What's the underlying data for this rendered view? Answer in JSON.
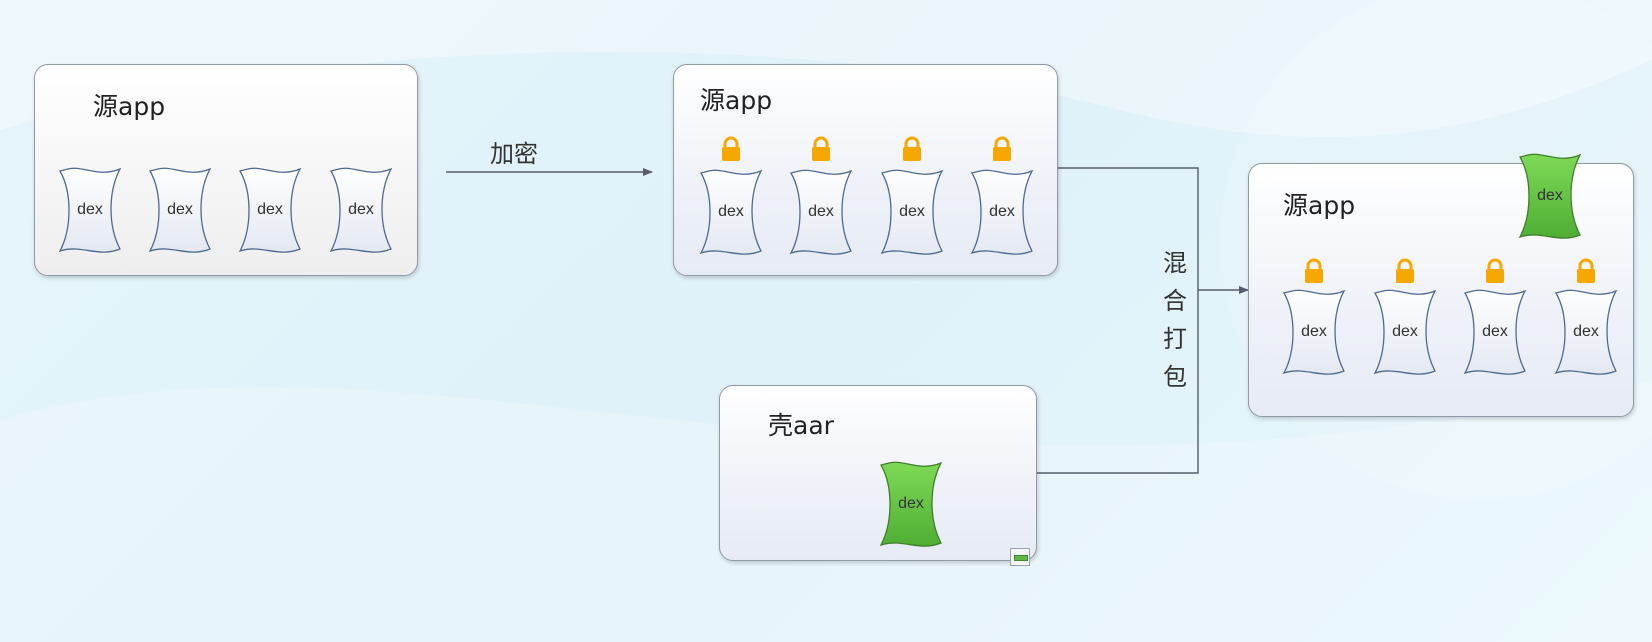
{
  "diagram": {
    "source_app": {
      "title": "源app",
      "dex_label": "dex",
      "dex_count": 4
    },
    "encrypt_step": {
      "label": "加密"
    },
    "encrypted_app": {
      "title": "源app",
      "dex_label": "dex",
      "dex_count": 4,
      "locked": true
    },
    "shell_aar": {
      "title": "壳aar",
      "dex_label": "dex"
    },
    "merge_step": {
      "label": "混合打包"
    },
    "packaged_app": {
      "title": "源app",
      "dex_label": "dex",
      "dex_count": 4,
      "locked": true,
      "shell_dex_label": "dex"
    }
  },
  "colors": {
    "dex_plain_fill": "#ffffff",
    "dex_plain_gradient_end": "#e3e8f2",
    "dex_shell_fill": "#7ed957",
    "dex_shell_gradient_end": "#4fae33",
    "lock_color": "#f6a800",
    "box_border": "#8f99a7",
    "connector": "#555e6a"
  },
  "icons": {
    "lock": "padlock-icon",
    "dex": "dex-file-shape",
    "marker": "collapse-marker-icon"
  }
}
